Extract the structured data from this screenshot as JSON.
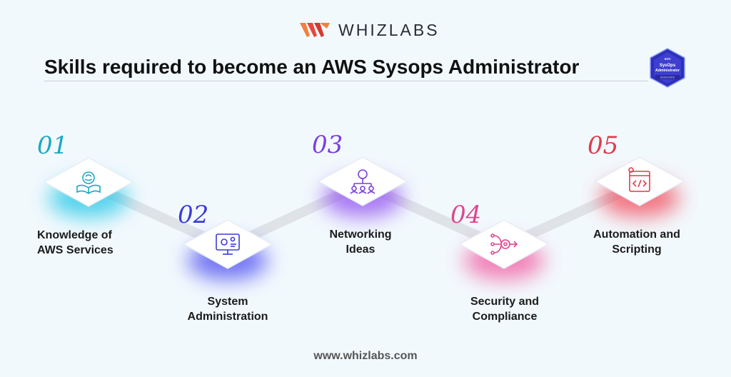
{
  "brand": {
    "name": "WHIZLABS",
    "url": "www.whizlabs.com"
  },
  "title": "Skills required to become an AWS Sysops Administrator",
  "badge": {
    "line1": "aws",
    "line2": "SysOps",
    "line3": "Administrator",
    "line4": "ASSOCIATE"
  },
  "steps": [
    {
      "number": "01",
      "line1": "Knowledge of",
      "line2": "AWS Services",
      "color": "#1ba8c4",
      "icon": "book-brain-icon"
    },
    {
      "number": "02",
      "line1": "System",
      "line2": "Administration",
      "color": "#3b3bd9",
      "icon": "monitor-gear-icon"
    },
    {
      "number": "03",
      "line1": "Networking",
      "line2": "Ideas",
      "color": "#7b3fe0",
      "icon": "lightbulb-network-icon"
    },
    {
      "number": "04",
      "line1": "Security and",
      "line2": "Compliance",
      "color": "#e0458f",
      "icon": "security-flow-icon"
    },
    {
      "number": "05",
      "line1": "Automation and",
      "line2": "Scripting",
      "color": "#e23a4d",
      "icon": "code-window-icon"
    }
  ]
}
